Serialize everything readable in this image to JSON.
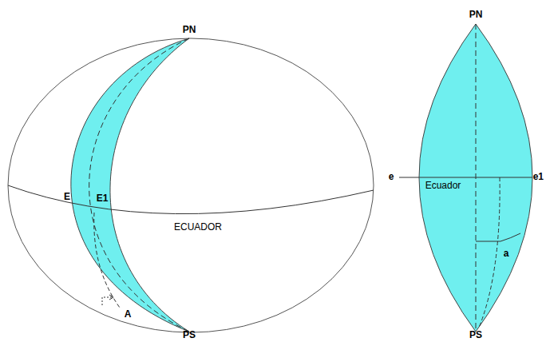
{
  "diagram": {
    "labels": [
      "PN",
      "E",
      "E1",
      "ECUADOR",
      "A",
      "PS",
      "PN",
      "e",
      "Ecuador",
      "e1",
      "a",
      "PS"
    ]
  }
}
